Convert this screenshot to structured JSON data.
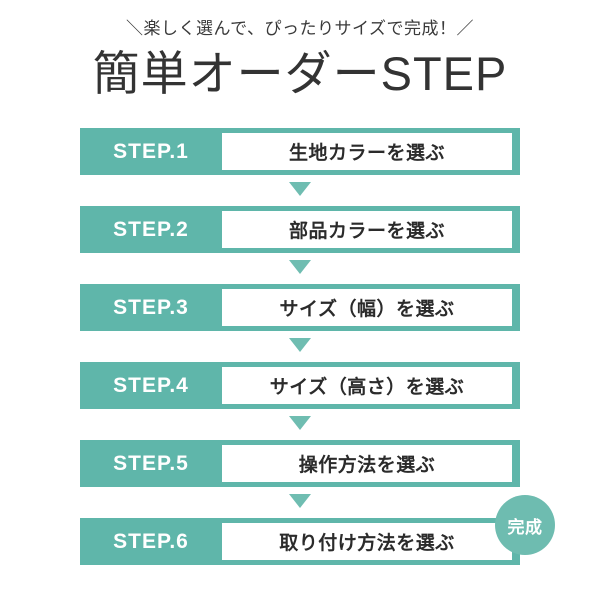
{
  "header": {
    "tagline": "＼楽しく選んで、ぴったりサイズで完成！／",
    "title": "簡単オーダーSTEP"
  },
  "colors": {
    "accent_teal": "#5FB6AA",
    "arrow_teal": "#6FBDB1",
    "badge_teal": "#6EBCB0",
    "text_dark": "#333333",
    "panel_white": "#FFFFFF"
  },
  "steps": [
    {
      "label": "STEP.1",
      "title": "生地カラーを選ぶ"
    },
    {
      "label": "STEP.2",
      "title": "部品カラーを選ぶ"
    },
    {
      "label": "STEP.3",
      "title": "サイズ（幅）を選ぶ"
    },
    {
      "label": "STEP.4",
      "title": "サイズ（高さ）を選ぶ"
    },
    {
      "label": "STEP.5",
      "title": "操作方法を選ぶ"
    },
    {
      "label": "STEP.6",
      "title": "取り付け方法を選ぶ"
    }
  ],
  "badge": {
    "text": "完成"
  }
}
